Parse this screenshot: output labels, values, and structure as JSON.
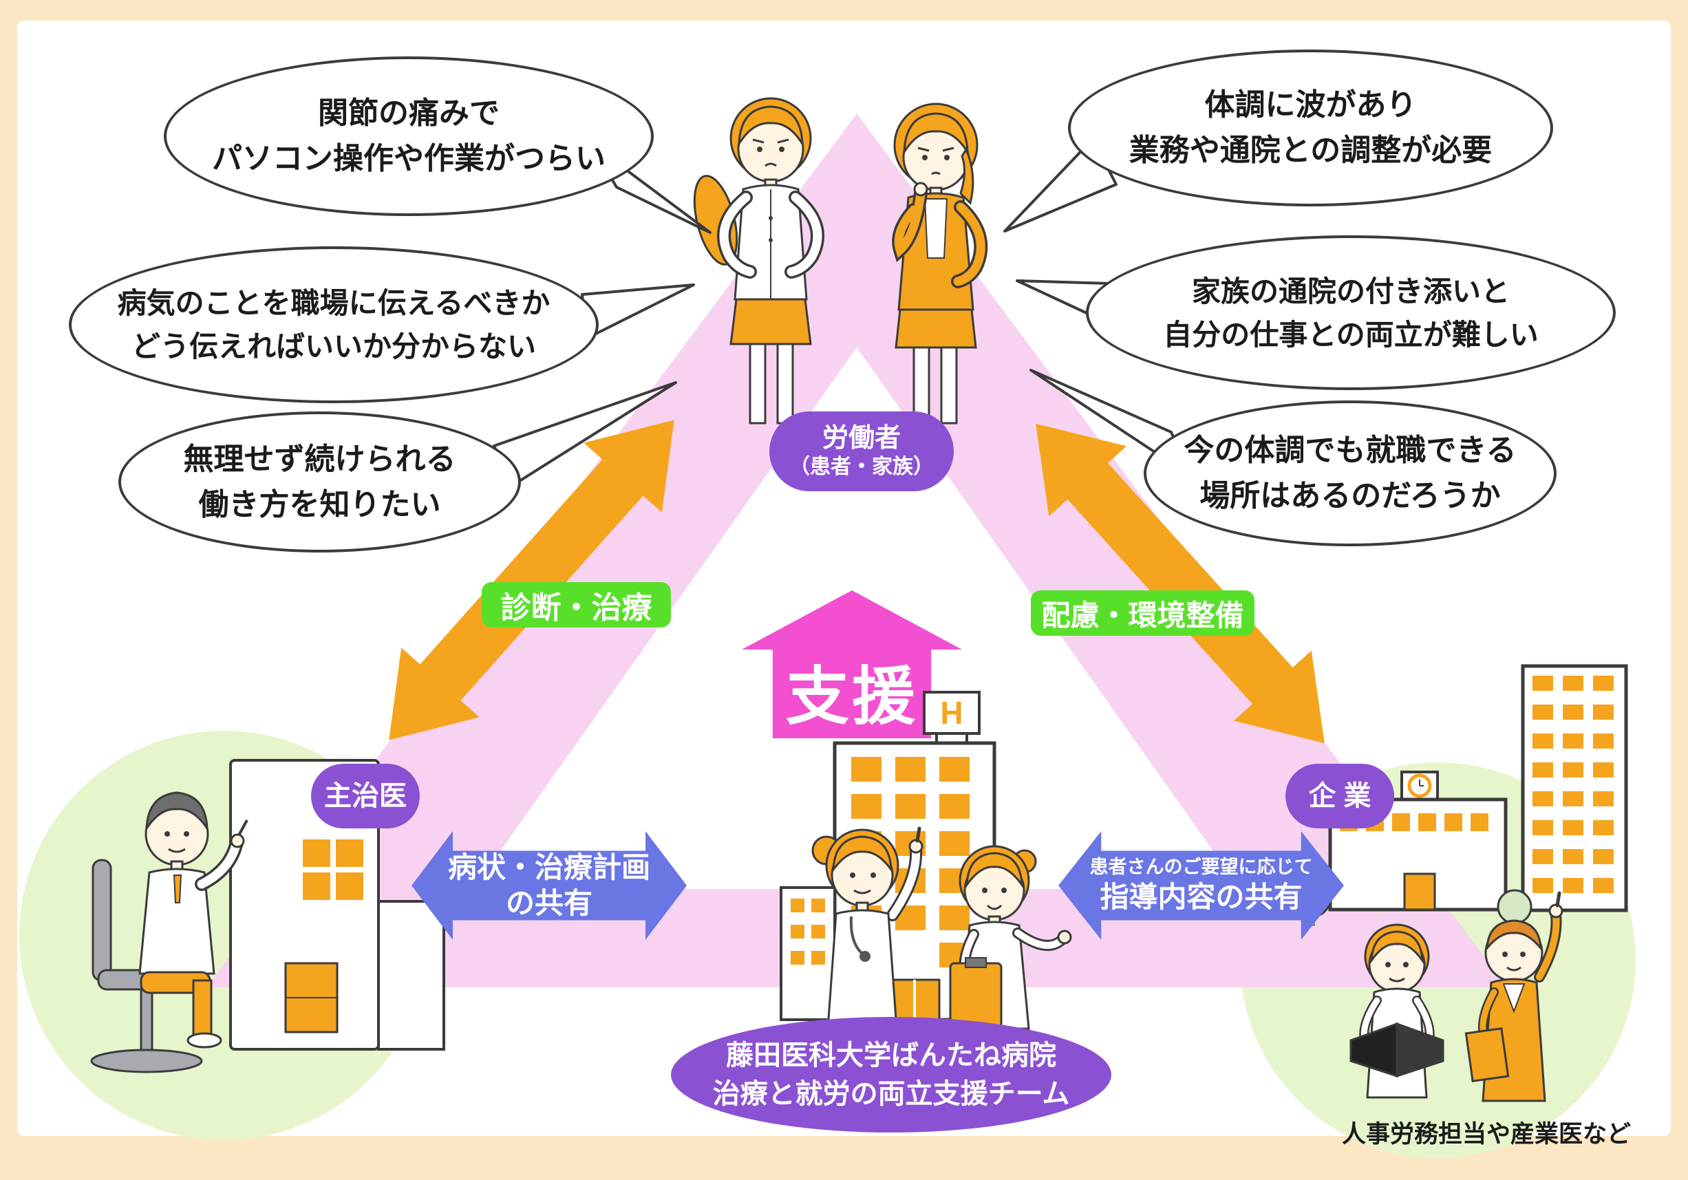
{
  "colors": {
    "frame": "#FBE7C3",
    "canvas": "#FFFFFF",
    "triangle_band": "#F8D3F1",
    "orange": "#F5A41E",
    "green_label": "#58DF29",
    "purple": "#8B51D3",
    "magenta": "#F24FD1",
    "blue": "#6B76E5",
    "green_circle": "#E6F5CC",
    "outline": "#3B3B3B"
  },
  "bubbles": {
    "left": [
      {
        "line1": "関節の痛みで",
        "line2": "パソコン操作や作業がつらい"
      },
      {
        "line1": "病気のことを職場に伝えるべきか",
        "line2": "どう伝えればいいか分からない"
      },
      {
        "line1": "無理せず続けられる",
        "line2": "働き方を知りたい"
      }
    ],
    "right": [
      {
        "line1": "体調に波があり",
        "line2": "業務や通院との調整が必要"
      },
      {
        "line1": "家族の通院の付き添いと",
        "line2": "自分の仕事との両立が難しい"
      },
      {
        "line1": "今の体調でも就職できる",
        "line2": "場所はあるのだろうか"
      }
    ]
  },
  "badges": {
    "worker_line1": "労働者",
    "worker_line2": "（患者・家族）",
    "doctor": "主治医",
    "company": "企 業"
  },
  "labels": {
    "diagnosis": "診断・治療",
    "consideration": "配慮・環境整備",
    "support": "支援",
    "share_plan_line1": "病状・治療計画",
    "share_plan_line2": "の共有",
    "share_guidance_small": "患者さんのご要望に応じて",
    "share_guidance_big": "指導内容の共有"
  },
  "team": {
    "line1": "藤田医科大学ばんたね病院",
    "line2": "治療と就労の両立支援チーム"
  },
  "captions": {
    "hr": "人事労務担当や産業医など"
  },
  "hospital": {
    "sign": "H"
  }
}
